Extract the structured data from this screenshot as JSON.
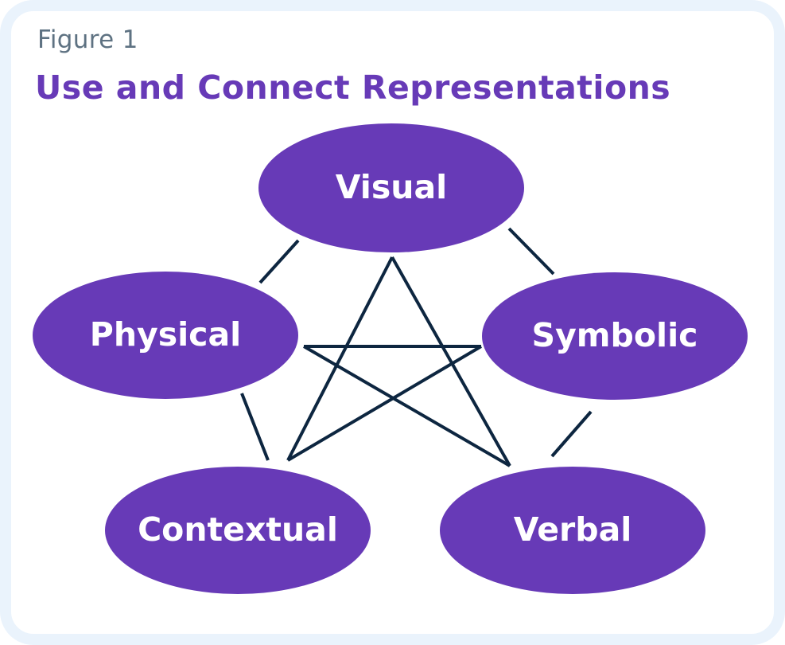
{
  "figure": {
    "label": "Figure 1",
    "title": "Use and Connect Representations"
  },
  "colors": {
    "frame_border": "#EAF3FC",
    "node_fill": "#673AB7",
    "node_text": "#FFFFFF",
    "connector": "#0D2640",
    "title": "#673AB7",
    "figure_label": "#5E7282"
  },
  "nodes": [
    {
      "id": "visual",
      "label": "Visual"
    },
    {
      "id": "physical",
      "label": "Physical"
    },
    {
      "id": "symbolic",
      "label": "Symbolic"
    },
    {
      "id": "contextual",
      "label": "Contextual"
    },
    {
      "id": "verbal",
      "label": "Verbal"
    }
  ],
  "connections": {
    "adjacent": [
      [
        "visual",
        "physical"
      ],
      [
        "visual",
        "symbolic"
      ],
      [
        "physical",
        "contextual"
      ],
      [
        "symbolic",
        "verbal"
      ]
    ],
    "star": [
      [
        "visual",
        "contextual"
      ],
      [
        "visual",
        "verbal"
      ],
      [
        "physical",
        "symbolic"
      ],
      [
        "physical",
        "verbal"
      ],
      [
        "symbolic",
        "contextual"
      ]
    ]
  }
}
